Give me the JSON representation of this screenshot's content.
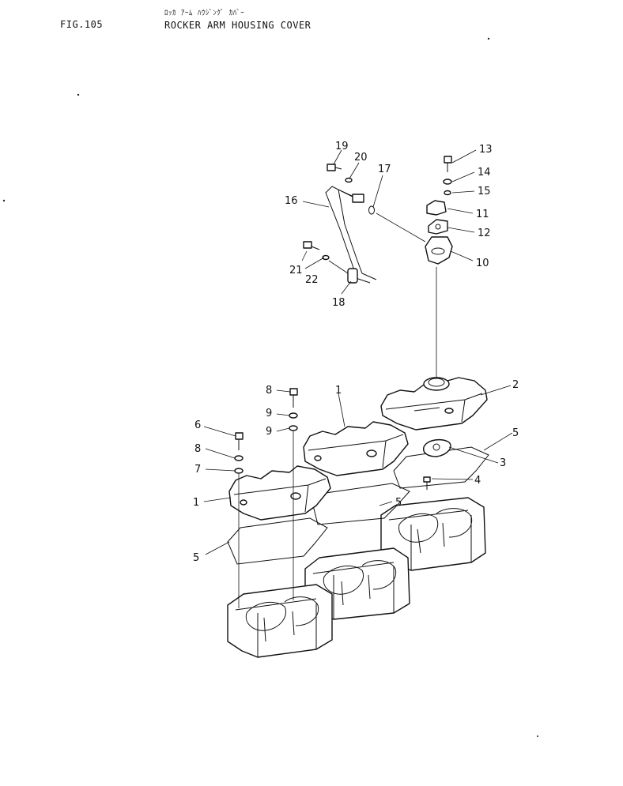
{
  "header": {
    "figure": "FIG.105",
    "kana_title": "ﾛｯｶ ｱｰﾑ ﾊｳｼﾞﾝｸﾞ ｶﾊﾞｰ",
    "title": "ROCKER ARM HOUSING COVER"
  },
  "callouts": [
    "1",
    "1",
    "2",
    "3",
    "4",
    "5",
    "5",
    "5",
    "6",
    "7",
    "8",
    "8",
    "9",
    "9",
    "10",
    "11",
    "12",
    "13",
    "14",
    "15",
    "16",
    "17",
    "18",
    "19",
    "20",
    "21",
    "22"
  ]
}
